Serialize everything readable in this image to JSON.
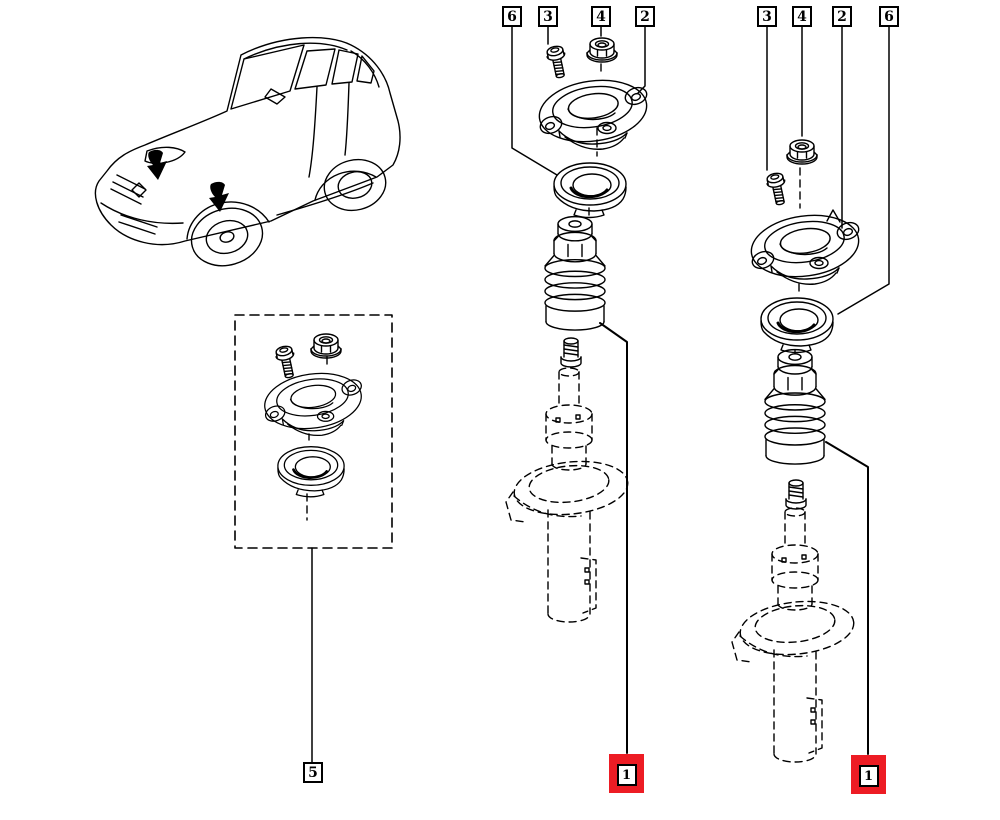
{
  "diagram": {
    "background_color": "#ffffff",
    "line_color": "#000000",
    "highlight_color": "#ed1c24",
    "callouts": {
      "center_group": [
        {
          "label": "6"
        },
        {
          "label": "3"
        },
        {
          "label": "4"
        },
        {
          "label": "2"
        }
      ],
      "right_group": [
        {
          "label": "3"
        },
        {
          "label": "4"
        },
        {
          "label": "2"
        },
        {
          "label": "6"
        }
      ],
      "inset_box": {
        "label": "5"
      },
      "selected_center": {
        "label": "1"
      },
      "selected_right": {
        "label": "1"
      }
    }
  }
}
